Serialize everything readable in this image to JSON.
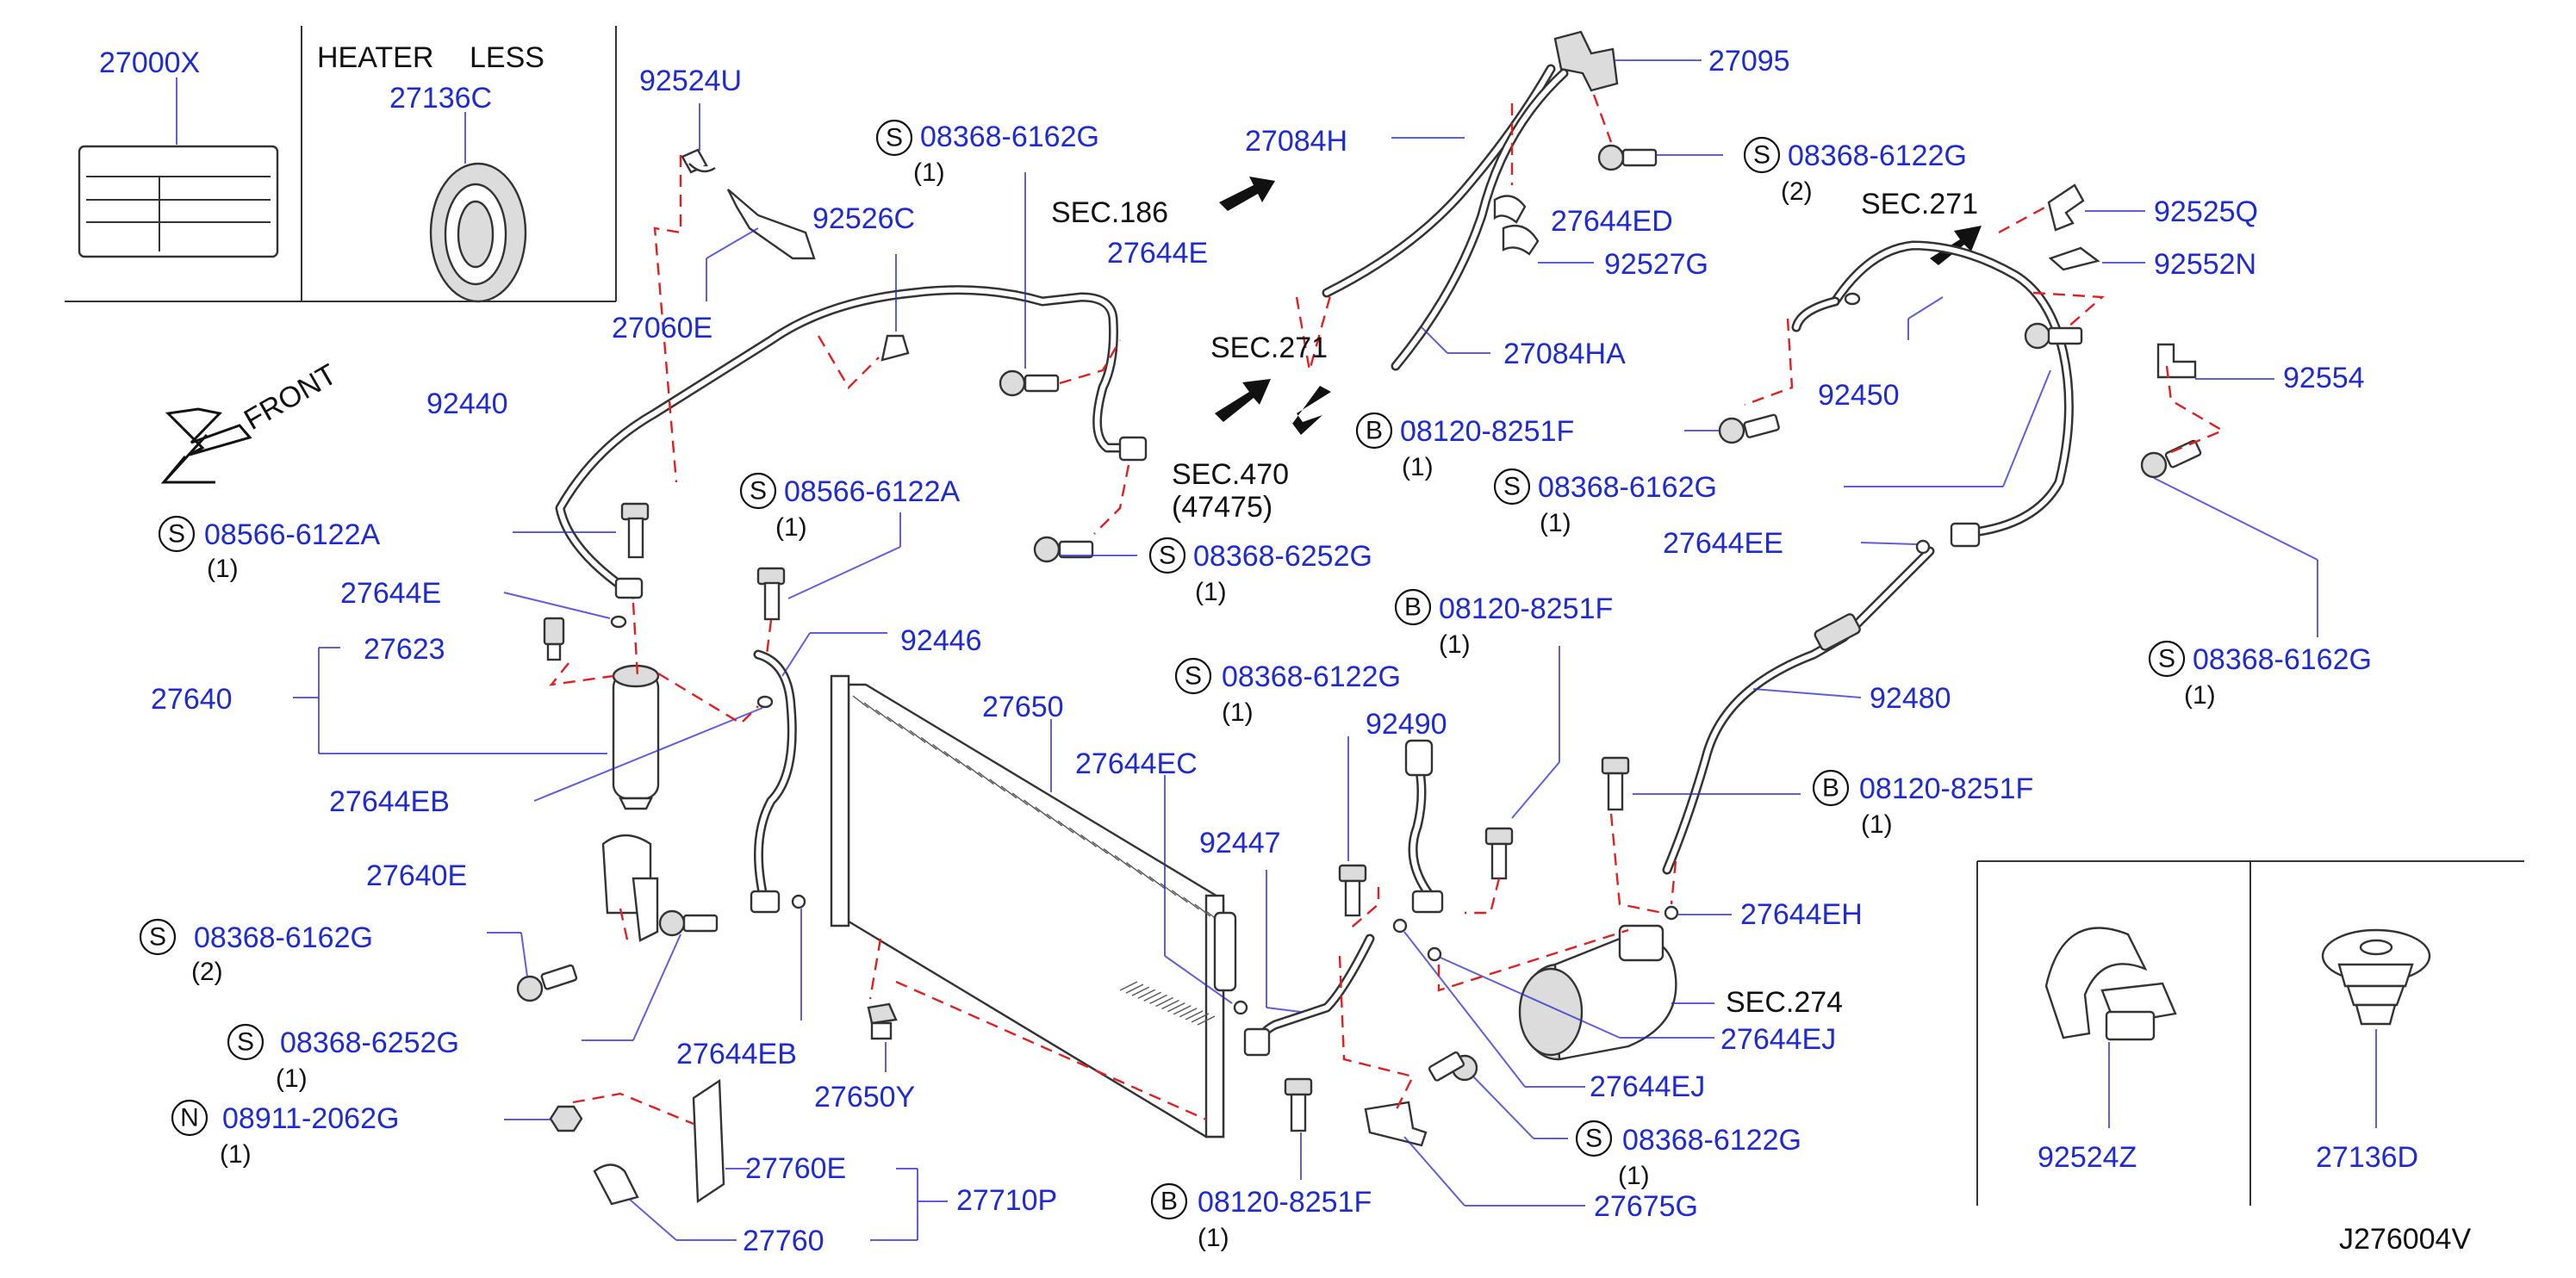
{
  "diagram_id": "J276004V",
  "inset": {
    "heater_less_1": "HEATER",
    "heater_less_2": "LESS"
  },
  "front_label": "FRONT",
  "parts": {
    "p27000X": "27000X",
    "p27136C": "27136C",
    "p92524U": "92524U",
    "p92526C": "92526C",
    "p27060E": "27060E",
    "p92440": "92440",
    "p08566_1": "08566-6122A",
    "p08566_2": "08566-6122A",
    "p27644E_a": "27644E",
    "p27644E_b": "27644E",
    "p27623": "27623",
    "p27640": "27640",
    "p27644EB_a": "27644EB",
    "p27644EB_b": "27644EB",
    "p27640E": "27640E",
    "p08368_6162G_a": "08368-6162G",
    "p08368_6162G_b": "08368-6162G",
    "p08368_6162G_c": "08368-6162G",
    "p08368_6162G_d": "08368-6162G",
    "p08368_6252G_a": "08368-6252G",
    "p08368_6252G_b": "08368-6252G",
    "p08368_6122G_a": "08368-6122G",
    "p08368_6122G_b": "08368-6122G",
    "p08368_6122G_c": "08368-6122G",
    "p08911": "08911-2062G",
    "p27760E": "27760E",
    "p27760": "27760",
    "p27710P": "27710P",
    "p27650": "27650",
    "p27644EC": "27644EC",
    "p92446": "92446",
    "p27650Y": "27650Y",
    "p27084H": "27084H",
    "p27084HA": "27084HA",
    "p27095": "27095",
    "p27644ED": "27644ED",
    "p92527G": "92527G",
    "p08120_a": "08120-8251F",
    "p08120_b": "08120-8251F",
    "p08120_c": "08120-8251F",
    "p08120_d": "08120-8251F",
    "p92525Q": "92525Q",
    "p92552N": "92552N",
    "p92450": "92450",
    "p92554": "92554",
    "p27644EE": "27644EE",
    "p92480": "92480",
    "p92490": "92490",
    "p92447": "92447",
    "p27644EH": "27644EH",
    "p27644EJ_a": "27644EJ",
    "p27644EJ_b": "27644EJ",
    "p27675G": "27675G",
    "p92524Z": "92524Z",
    "p27136D": "27136D"
  },
  "sections": {
    "sec186": "SEC.186",
    "sec271_a": "SEC.271",
    "sec271_b": "SEC.271",
    "sec470": "SEC.470",
    "sec470_sub": "(47475)",
    "sec274": "SEC.274"
  },
  "qty": {
    "one": "(1)",
    "two": "(2)"
  },
  "markers": {
    "s": "S",
    "b": "B",
    "n": "N"
  }
}
